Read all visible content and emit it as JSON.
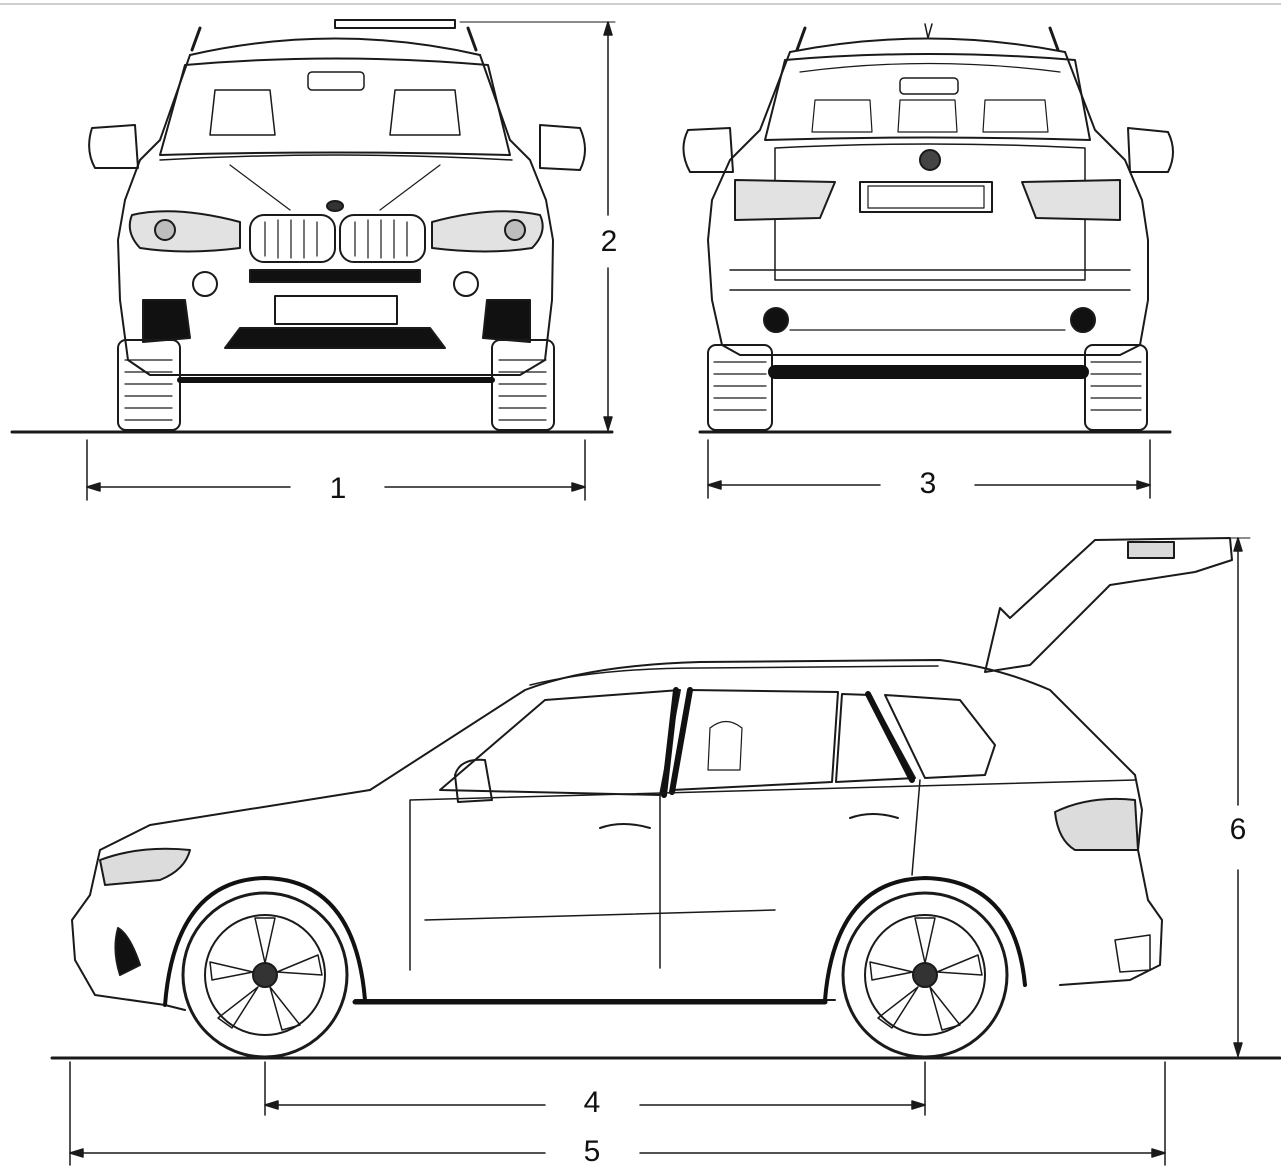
{
  "dimension_labels": {
    "front_width": "1",
    "front_height": "2",
    "rear_width": "3",
    "wheelbase": "4",
    "overall_length": "5",
    "height_tailgate_open": "6"
  },
  "views": {
    "front": "front-view",
    "rear": "rear-view",
    "side": "side-view"
  },
  "colors": {
    "line": "#1a1a1a",
    "fill_dark": "#111111",
    "light_lens": "#d9d9d9",
    "background": "#ffffff"
  }
}
